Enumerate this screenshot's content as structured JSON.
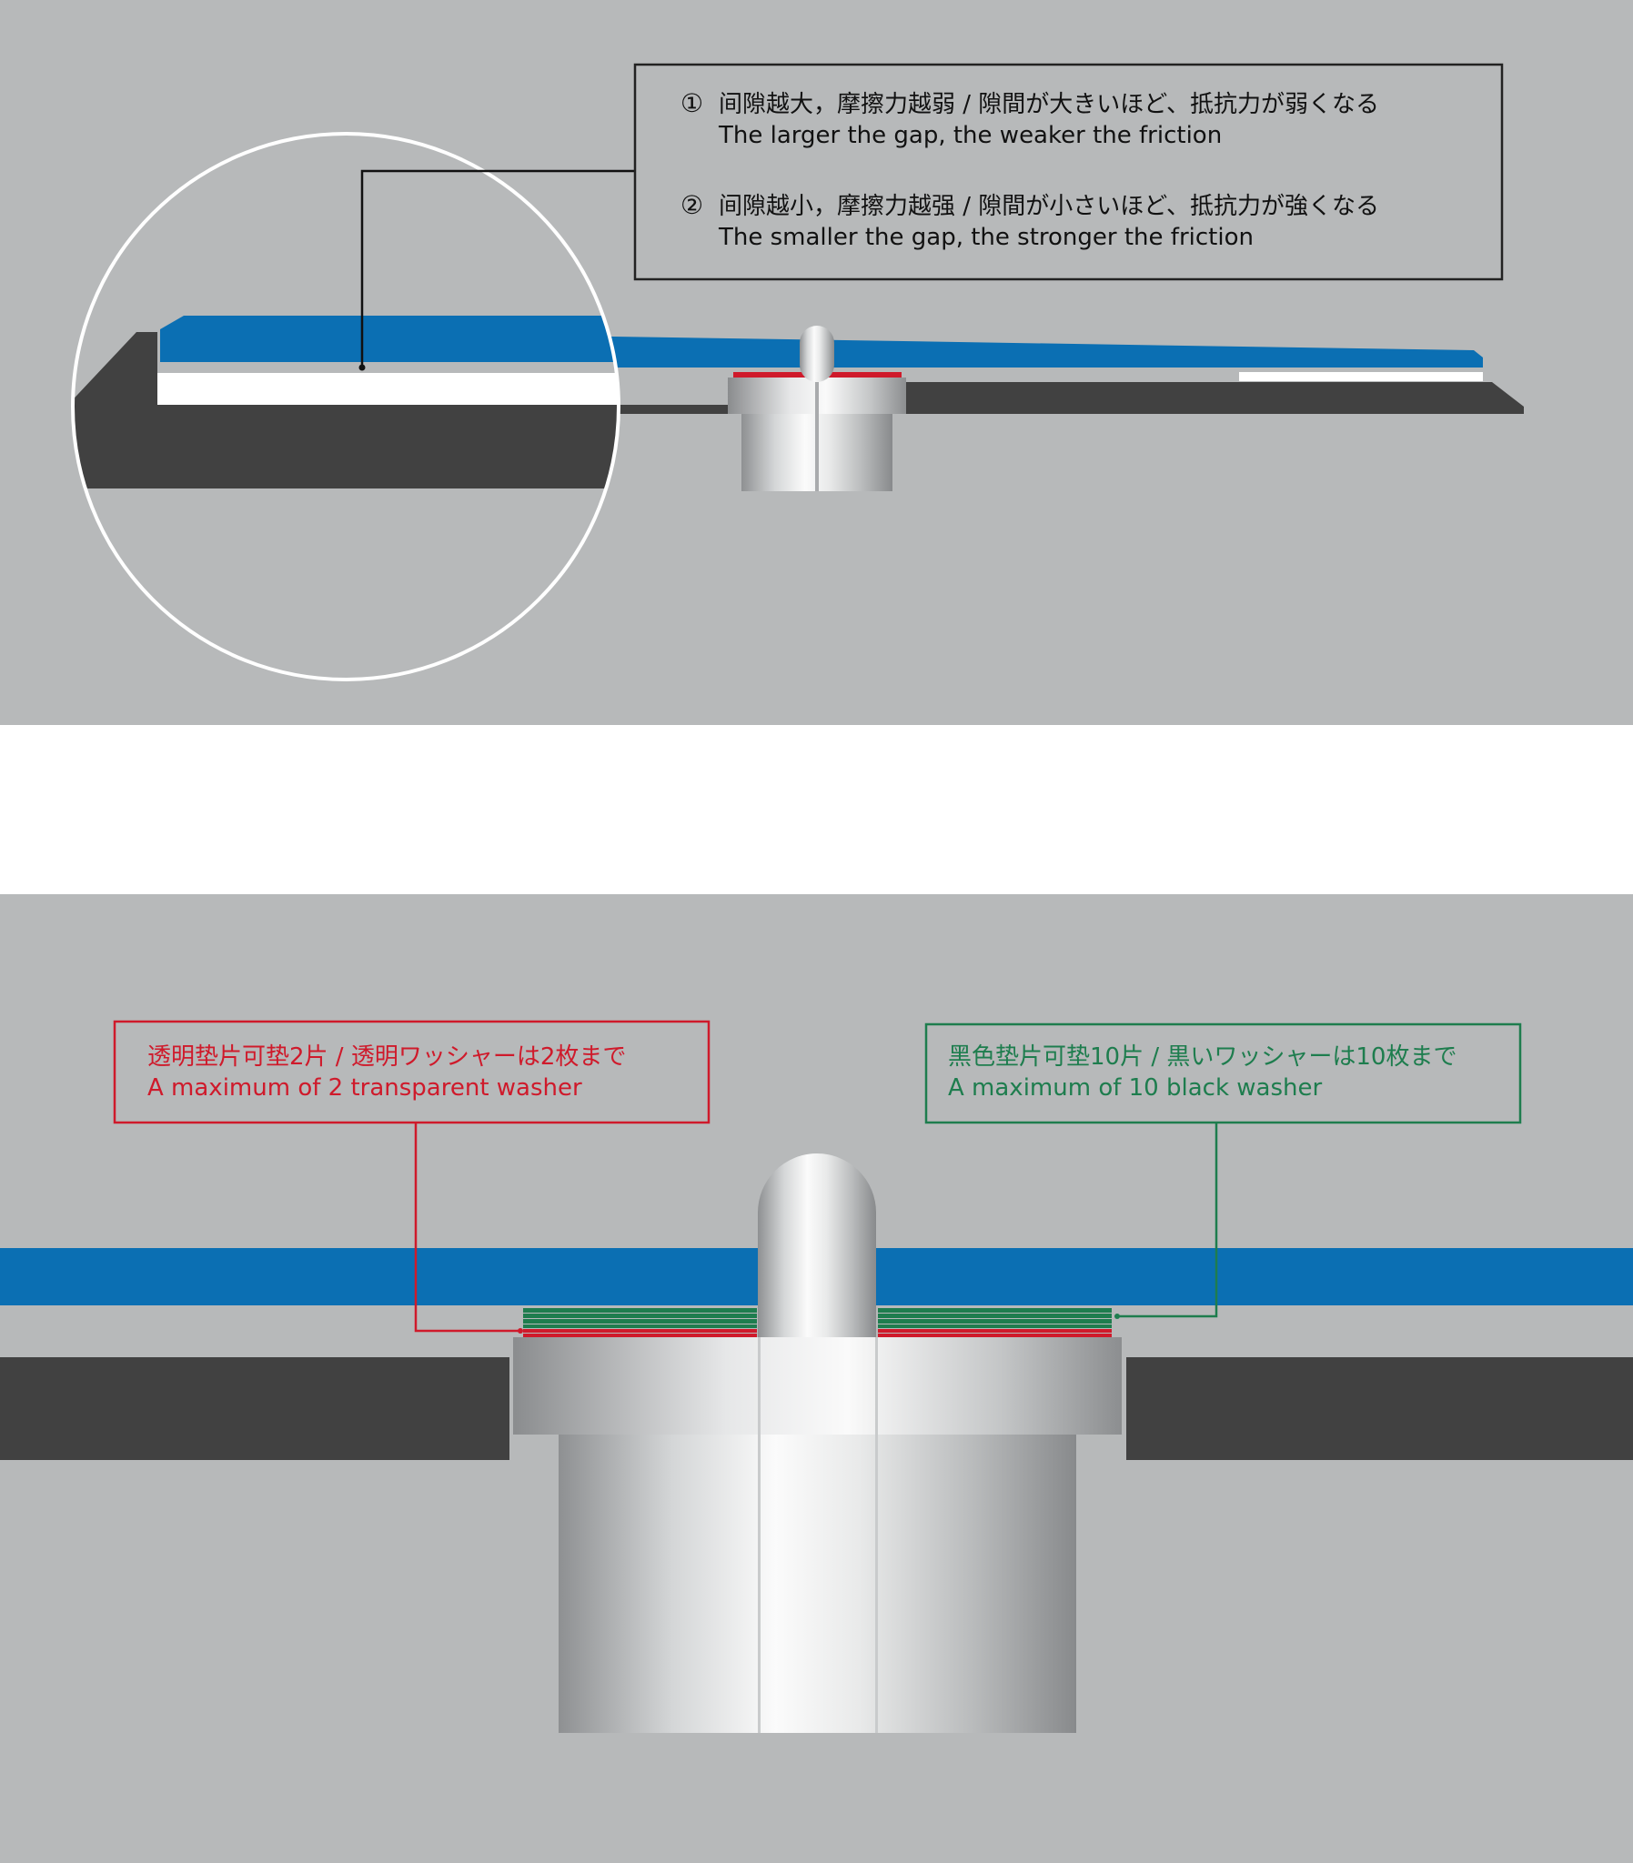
{
  "colors": {
    "panel_bg": "#b7b9ba",
    "page_bg": "#ffffff",
    "mouse_pad_blue": "#0b6fb3",
    "base_plate": "#414141",
    "callout_border": "#222222",
    "transparent_washer_red": "#cf1a2b",
    "black_washer_green": "#1e7d4e"
  },
  "top_panel": {
    "callout": {
      "item1": {
        "marker": "①",
        "cn_jp": "间隙越大，摩擦力越弱 / 隙間が大きいほど、抵抗力が弱くなる",
        "en": "The larger the gap, the weaker the friction"
      },
      "item2": {
        "marker": "②",
        "cn_jp": "间隙越小，摩擦力越强 / 隙間が小さいほど、抵抗力が強くなる",
        "en": "The smaller the gap, the stronger the friction"
      }
    }
  },
  "bottom_panel": {
    "transparent_washer_label": {
      "cn_jp": "透明垫片可垫2片 / 透明ワッシャーは2枚まで",
      "en": "A maximum of 2 transparent washer"
    },
    "black_washer_label": {
      "cn_jp": "黑色垫片可垫10片 / 黒いワッシャーは10枚まで",
      "en": "A maximum of 10 black washer"
    }
  }
}
